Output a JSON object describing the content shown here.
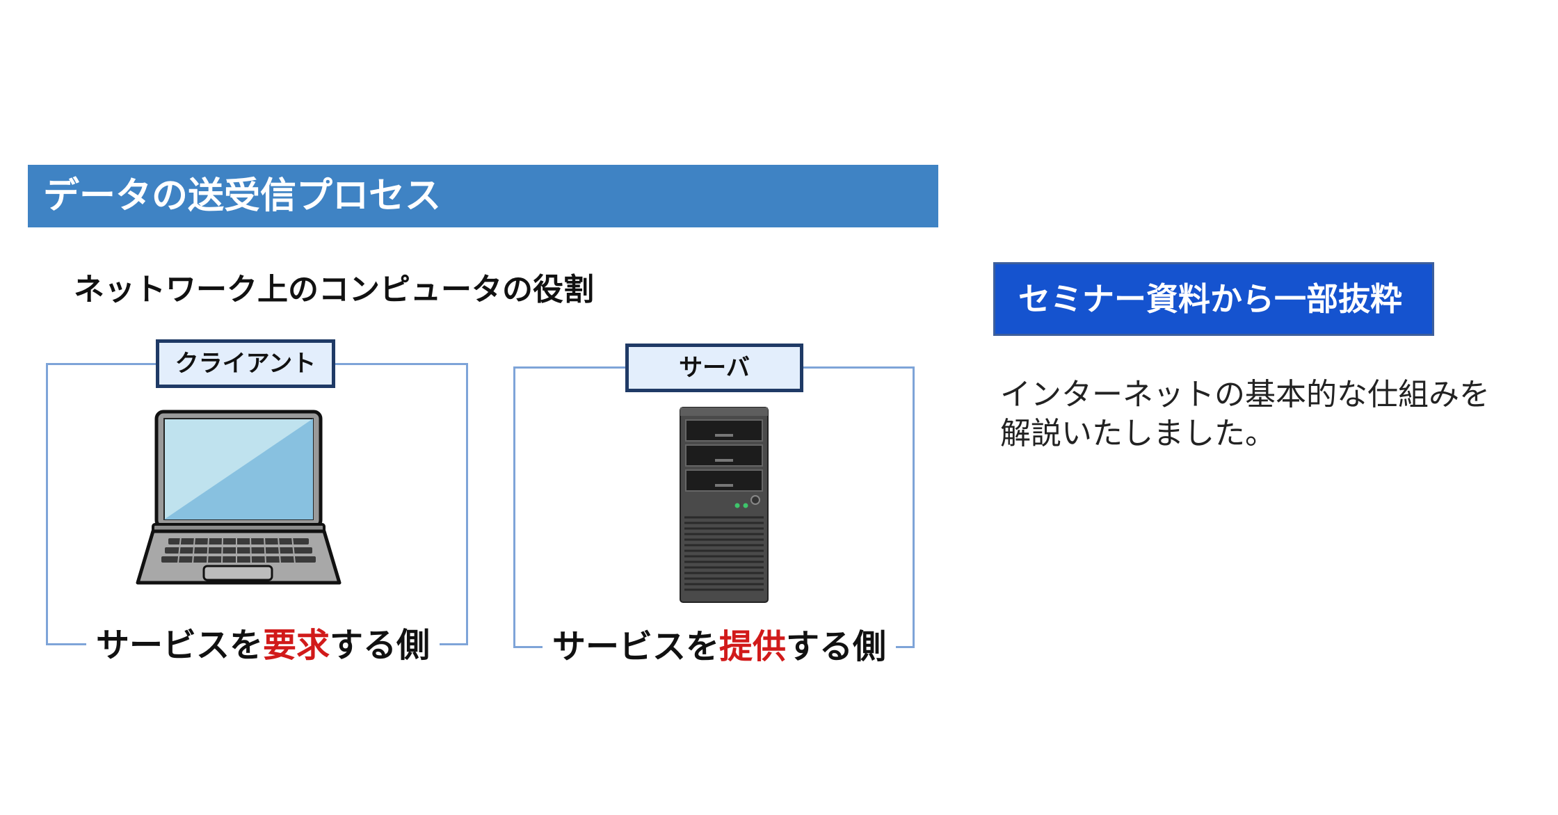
{
  "slide": {
    "title": "データの送受信プロセス",
    "subtitle": "ネットワーク上のコンピュータの役割"
  },
  "client": {
    "tag": "クライアント",
    "caption_pre": "サービスを",
    "caption_highlight": "要求",
    "caption_post": "する側"
  },
  "server": {
    "tag": "サーバ",
    "caption_pre": "サービスを",
    "caption_highlight": "提供",
    "caption_post": "する側"
  },
  "side": {
    "badge": "セミナー資料から一部抜粋",
    "desc_line1": "インターネットの基本的な仕組みを",
    "desc_line2": "解説いたしました。"
  },
  "colors": {
    "title_band": "#3f83c4",
    "badge": "#1553cf",
    "highlight": "#d11a1a",
    "frame": "#7ea4d8"
  },
  "icons": [
    "laptop-icon",
    "server-tower-icon"
  ]
}
